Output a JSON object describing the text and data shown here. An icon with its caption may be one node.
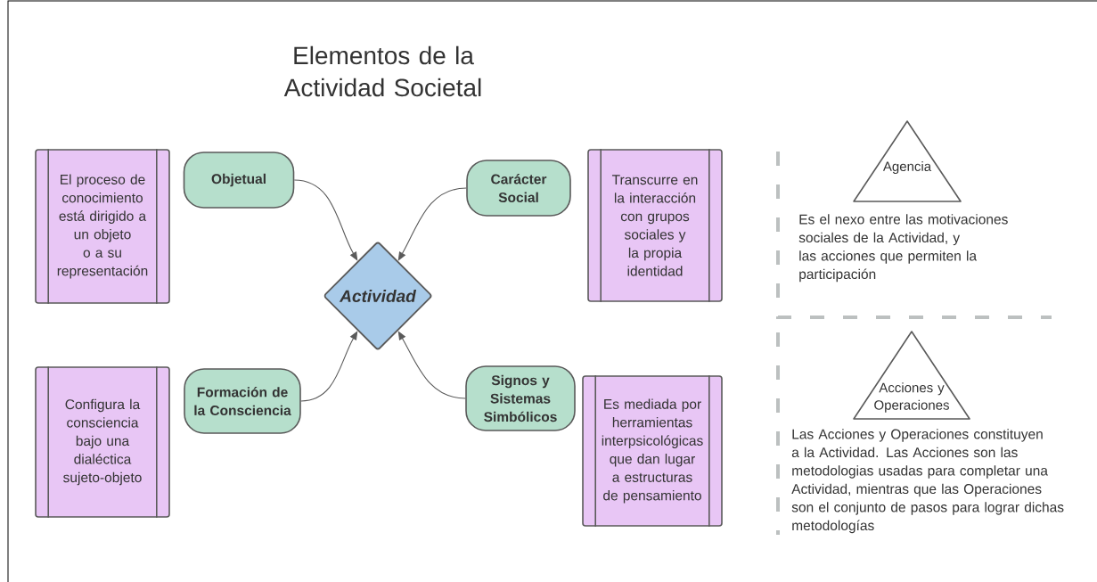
{
  "diagram": {
    "title": "Elementos de la Actividad Societal",
    "nodes": [
      {
        "text": [
          "El proceso de conocimiento está dirigido a un objeto o a su representación"
        ]
      },
      {
        "text": [
          "Objetual"
        ]
      },
      {
        "text": [
          "Carácter Social"
        ]
      },
      {
        "text": [
          "Transcurre en la interacción con grupos sociales y la propia identidad"
        ]
      },
      {
        "text": [
          "Actividad"
        ]
      },
      {
        "text": [
          "Configura la consciencia bajo una dialéctica sujeto-objeto"
        ]
      },
      {
        "text": [
          "Formación de la Consciencia"
        ]
      },
      {
        "text": [
          "Signos y Sistemas Simbólicos"
        ]
      },
      {
        "text": [
          "Es mediada por herramientas interpsicológicas que dan lugar a estructuras de pensamiento"
        ]
      },
      {
        "text": [
          "Agencia"
        ],
        "beside": [
          "Es el nexo entre las motivaciones sociales de la Actividad, y las acciones que permiten la participación"
        ]
      },
      {
        "text": [
          "Acciones y Operaciones"
        ],
        "beside": [
          "Las Acciones y Operaciones constituyen a la Actividad. Las Acciones son las metodologias usadas para completar una Actividad, mientras que las Operaciones son el conjunto de pasos para lograr dichas metodologías"
        ]
      }
    ],
    "edges": [
      {
        "from": 1,
        "to": 4,
        "arrow": "to"
      },
      {
        "from": 2,
        "to": 4,
        "arrow": "to"
      },
      {
        "from": 6,
        "to": 4,
        "arrow": "to"
      },
      {
        "from": 7,
        "to": 4,
        "arrow": "to"
      }
    ]
  }
}
